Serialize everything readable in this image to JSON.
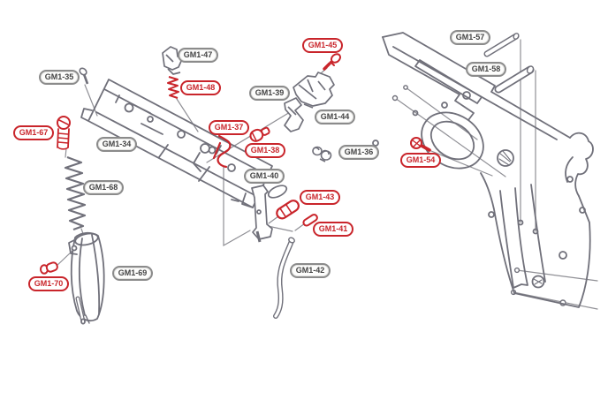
{
  "diagram_type": "exploded-parts-diagram",
  "colors": {
    "background": "#ffffff",
    "line_art_gray": "#70707a",
    "leader_gray": "#8f8f95",
    "red_highlight": "#c9252b",
    "label_gray_border": "#8b8b8b",
    "label_text_dark": "#434343"
  },
  "labels": [
    {
      "id": "gm1-35",
      "text": "GM1-35",
      "color": "gray"
    },
    {
      "id": "gm1-47",
      "text": "GM1-47",
      "color": "gray"
    },
    {
      "id": "gm1-48",
      "text": "GM1-48",
      "color": "red"
    },
    {
      "id": "gm1-45",
      "text": "GM1-45",
      "color": "red"
    },
    {
      "id": "gm1-39",
      "text": "GM1-39",
      "color": "gray"
    },
    {
      "id": "gm1-44",
      "text": "GM1-44",
      "color": "gray"
    },
    {
      "id": "gm1-57",
      "text": "GM1-57",
      "color": "gray"
    },
    {
      "id": "gm1-58",
      "text": "GM1-58",
      "color": "gray"
    },
    {
      "id": "gm1-67",
      "text": "GM1-67",
      "color": "red"
    },
    {
      "id": "gm1-34",
      "text": "GM1-34",
      "color": "gray"
    },
    {
      "id": "gm1-37",
      "text": "GM1-37",
      "color": "red"
    },
    {
      "id": "gm1-38",
      "text": "GM1-38",
      "color": "red"
    },
    {
      "id": "gm1-36",
      "text": "GM1-36",
      "color": "gray"
    },
    {
      "id": "gm1-54",
      "text": "GM1-54",
      "color": "red"
    },
    {
      "id": "gm1-40",
      "text": "GM1-40",
      "color": "gray"
    },
    {
      "id": "gm1-68",
      "text": "GM1-68",
      "color": "gray"
    },
    {
      "id": "gm1-43",
      "text": "GM1-43",
      "color": "red"
    },
    {
      "id": "gm1-41",
      "text": "GM1-41",
      "color": "red"
    },
    {
      "id": "gm1-42",
      "text": "GM1-42",
      "color": "gray"
    },
    {
      "id": "gm1-69",
      "text": "GM1-69",
      "color": "gray"
    },
    {
      "id": "gm1-70",
      "text": "GM1-70",
      "color": "red"
    }
  ]
}
